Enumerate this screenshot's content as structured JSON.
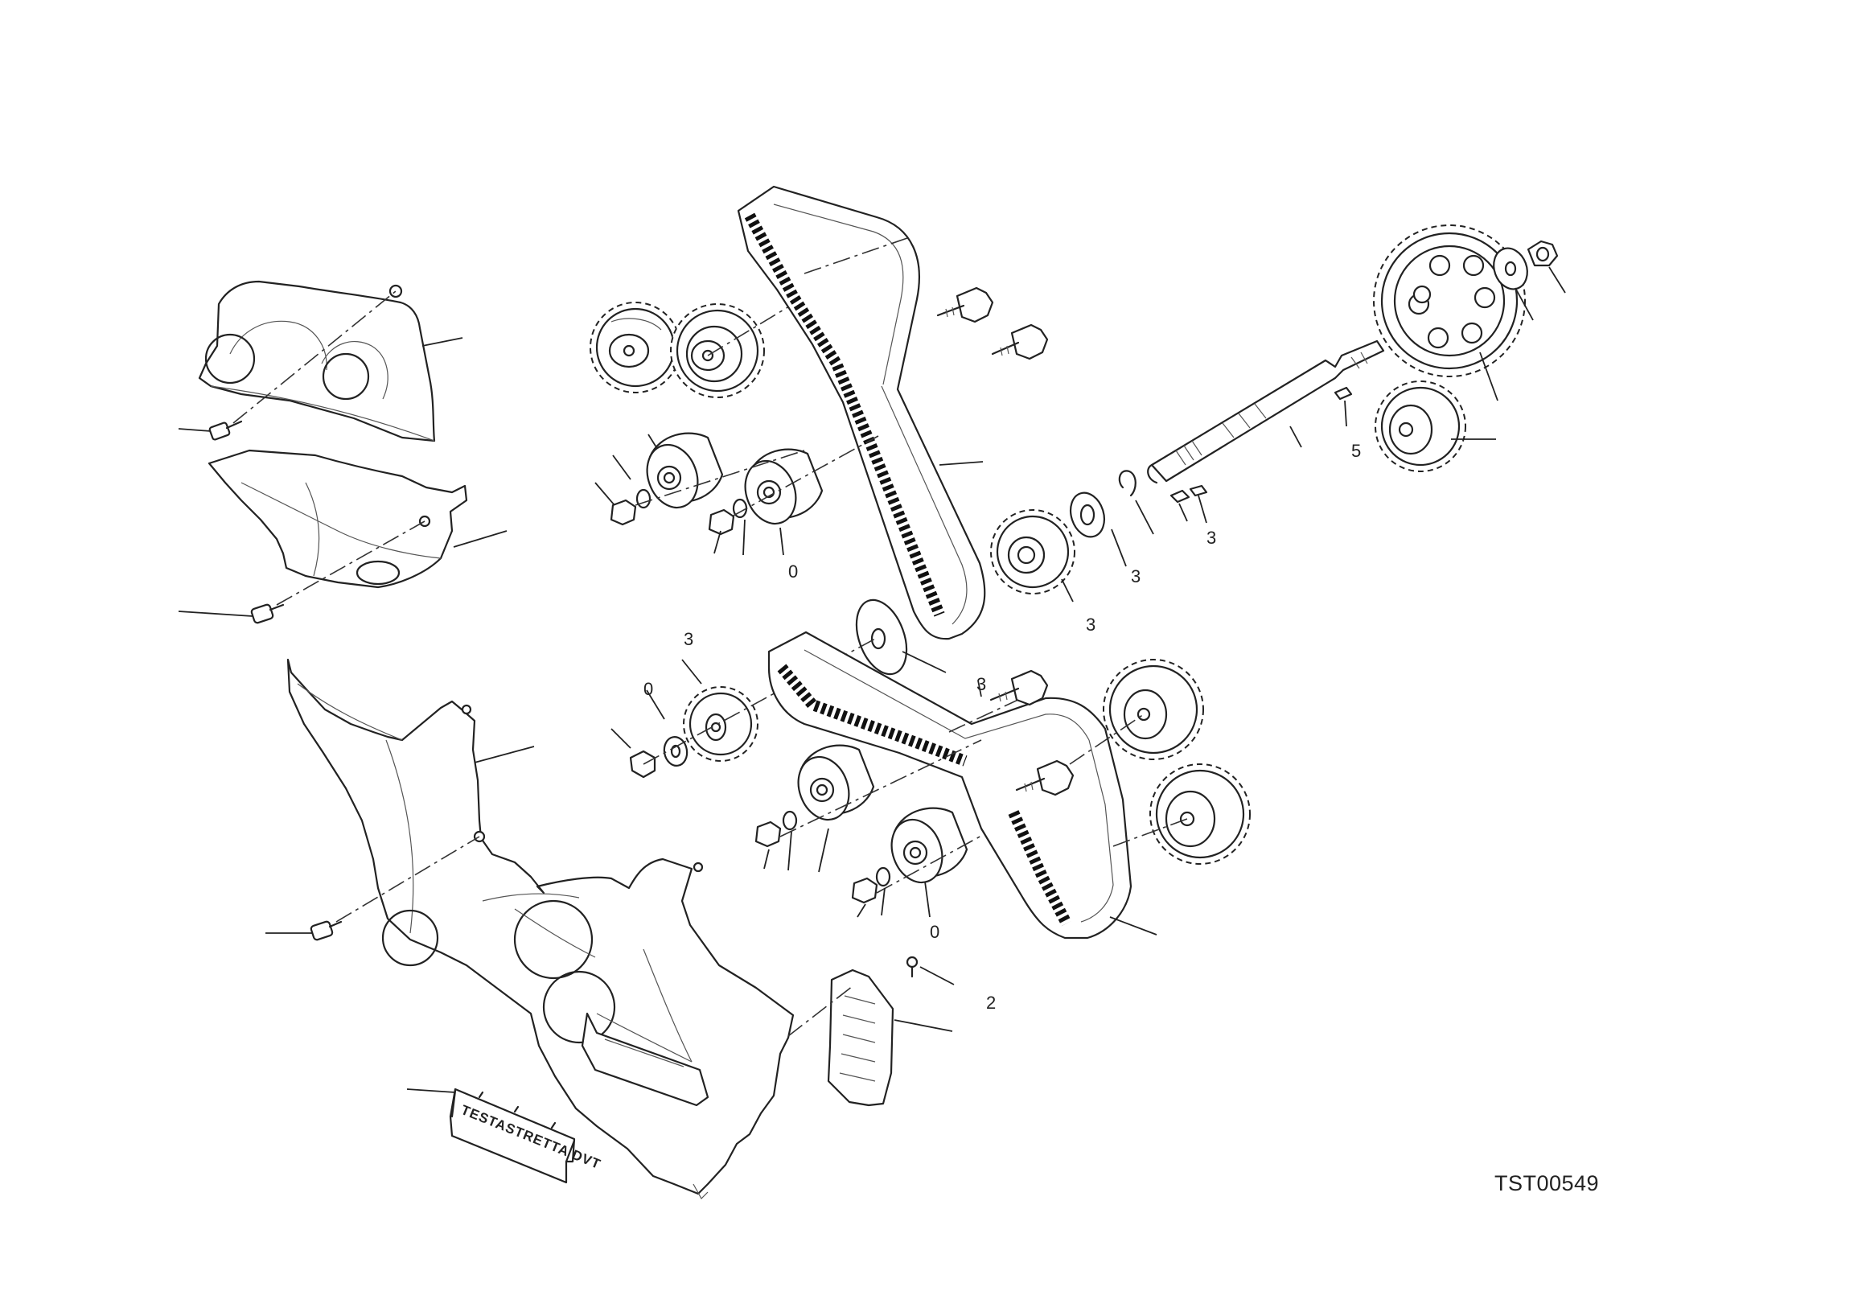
{
  "drawing": {
    "code": "TST00549",
    "badge_text": "TESTASTRETTA DVT"
  },
  "callouts": [
    "3",
    "0",
    "3",
    "3",
    "5",
    "3",
    "0",
    "3",
    "2",
    "0"
  ]
}
